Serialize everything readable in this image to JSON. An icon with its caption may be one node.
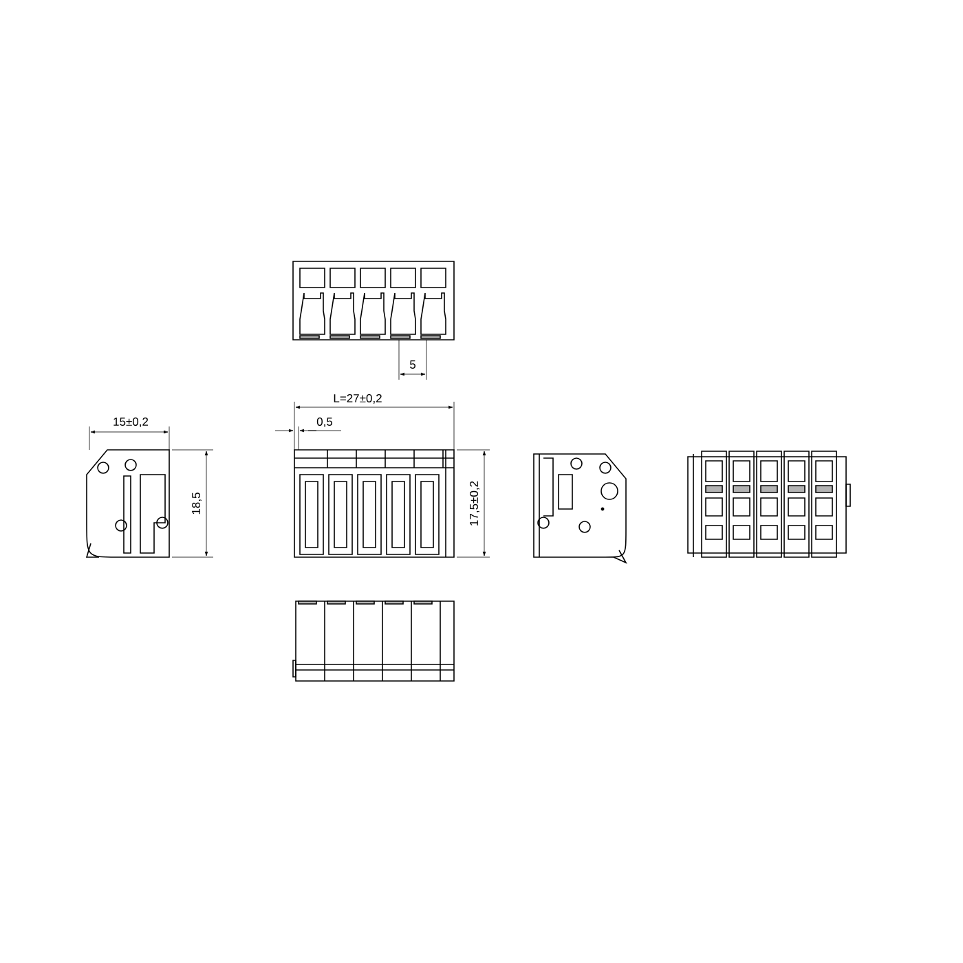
{
  "diagram": {
    "labels": [
      "5",
      "L=27±0,2",
      "15±0,2",
      "0,5",
      "18,5",
      "17,5±0,2"
    ]
  }
}
